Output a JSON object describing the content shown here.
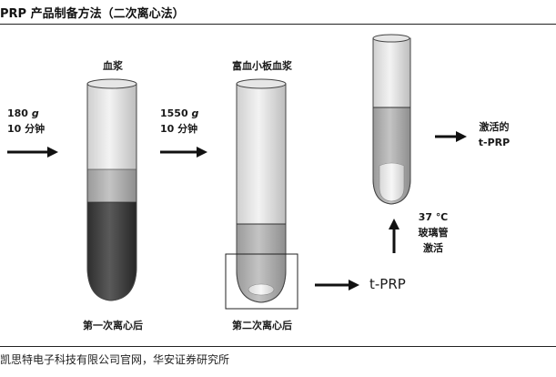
{
  "title": "PRP 产品制备方法（二次离心法）",
  "source": "凯思特电子科技有限公司官网，华安证券研究所",
  "step1": {
    "speed_value": "180",
    "speed_unit": "g",
    "time": "10 分钟"
  },
  "step2": {
    "speed_value": "1550",
    "speed_unit": "g",
    "time": "10 分钟"
  },
  "tube1": {
    "top_label": "血浆",
    "bottom_label": "第一次离心后"
  },
  "tube2": {
    "top_label": "富血小板血浆",
    "bottom_label": "第二次离心后"
  },
  "tprp_label": "t-PRP",
  "activation": {
    "line1": "37 ℃",
    "line2": "玻璃管",
    "line3": "激活"
  },
  "result": {
    "line1": "激活的",
    "line2": "t-PRP"
  }
}
